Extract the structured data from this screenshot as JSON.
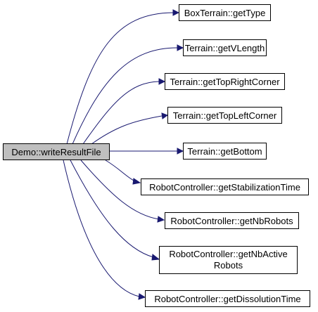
{
  "graph": {
    "root": {
      "label": "Demo::writeResultFile",
      "fill": "#bfbfbf"
    },
    "callees": [
      {
        "label": "BoxTerrain::getType"
      },
      {
        "label": "Terrain::getVLength"
      },
      {
        "label": "Terrain::getTopRightCorner"
      },
      {
        "label": "Terrain::getTopLeftCorner"
      },
      {
        "label": "Terrain::getBottom"
      },
      {
        "label": "RobotController::getStabilizationTime"
      },
      {
        "label": "RobotController::getNbRobots"
      },
      {
        "label": "RobotController::getNbActive",
        "label2": "Robots"
      },
      {
        "label": "RobotController::getDissolutionTime"
      }
    ],
    "colors": {
      "edge": "#191970",
      "node_border": "#000000",
      "node_fill": "#ffffff"
    }
  }
}
